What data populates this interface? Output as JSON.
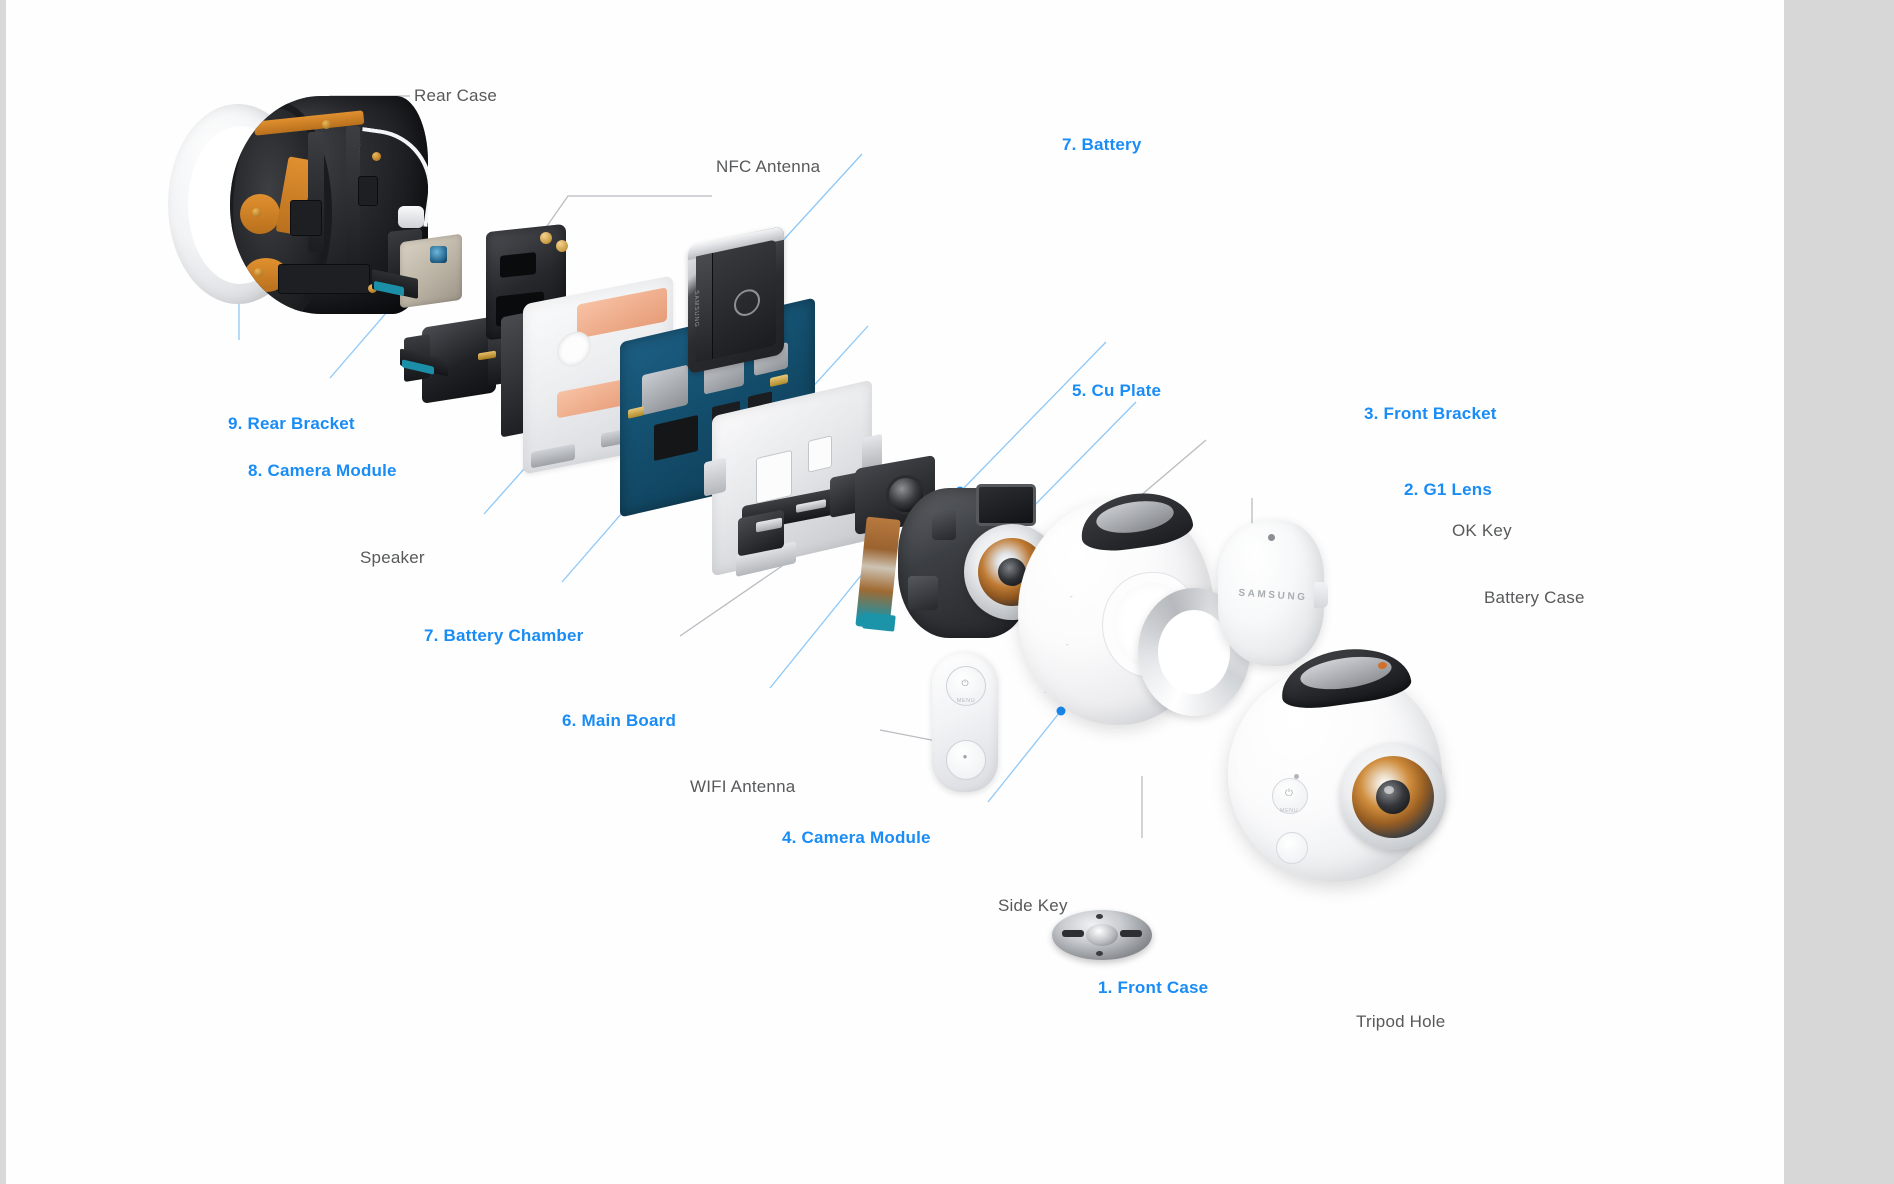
{
  "diagram": {
    "subject": "Samsung Gear 360 exploded view",
    "background_color": "#ffffff",
    "blue_label_color": "#1a8cf5",
    "gray_label_color": "#58595b",
    "leader_line_blue": "#8ec8f7",
    "leader_line_gray": "#b9bcc0",
    "callout_dot_color": "#1a8cf5"
  },
  "labels": [
    {
      "id": "rear-case",
      "text": "Rear Case",
      "style": "gray"
    },
    {
      "id": "nfc-antenna",
      "text": "NFC Antenna",
      "style": "gray"
    },
    {
      "id": "battery",
      "text": "7. Battery",
      "style": "blue"
    },
    {
      "id": "cu-plate",
      "text": "5. Cu Plate",
      "style": "blue"
    },
    {
      "id": "front-bracket",
      "text": "3. Front Bracket",
      "style": "blue"
    },
    {
      "id": "rear-bracket",
      "text": "9. Rear Bracket",
      "style": "blue"
    },
    {
      "id": "camera-module-8",
      "text": "8. Camera Module",
      "style": "blue"
    },
    {
      "id": "g1-lens",
      "text": "2. G1 Lens",
      "style": "blue"
    },
    {
      "id": "ok-key",
      "text": "OK Key",
      "style": "gray"
    },
    {
      "id": "battery-case",
      "text": "Battery Case",
      "style": "gray"
    },
    {
      "id": "speaker",
      "text": "Speaker",
      "style": "gray"
    },
    {
      "id": "battery-chamber",
      "text": "7. Battery Chamber",
      "style": "blue"
    },
    {
      "id": "main-board",
      "text": "6. Main Board",
      "style": "blue"
    },
    {
      "id": "wifi-antenna",
      "text": "WIFI Antenna",
      "style": "gray"
    },
    {
      "id": "camera-module-4",
      "text": "4. Camera Module",
      "style": "blue"
    },
    {
      "id": "side-key",
      "text": "Side Key",
      "style": "gray"
    },
    {
      "id": "front-case",
      "text": "1. Front Case",
      "style": "blue"
    },
    {
      "id": "tripod-hole",
      "text": "Tripod Hole",
      "style": "gray"
    }
  ],
  "parts": {
    "rear_case": "Rear Case",
    "rear_bracket": "Rear Bracket",
    "camera_module_rear": "Camera Module",
    "nfc_antenna": "NFC Antenna",
    "speaker": "Speaker",
    "battery_chamber": "Battery Chamber",
    "main_board": "Main Board",
    "battery": "Battery",
    "cu_plate": "Cu Plate",
    "wifi_antenna": "WIFI Antenna",
    "camera_module_front": "Camera Module",
    "front_bracket": "Front Bracket",
    "g1_lens": "G1 Lens",
    "side_key": "Side Key",
    "front_case": "Front Case",
    "silver_ring": "Silver Ring",
    "battery_case": "Battery Case",
    "tripod_hole": "Tripod Hole",
    "assembled_camera": "Assembled Camera"
  },
  "markings": {
    "samsung_logo": "SAMSUNG",
    "battery_brand": "SAMSUNG",
    "side_key_glyph": "⏻",
    "side_key_caption": "MENU",
    "ok_key_glyph": "●",
    "assembled_power_glyph": "⏻",
    "assembled_menu_caption": "MENU"
  }
}
